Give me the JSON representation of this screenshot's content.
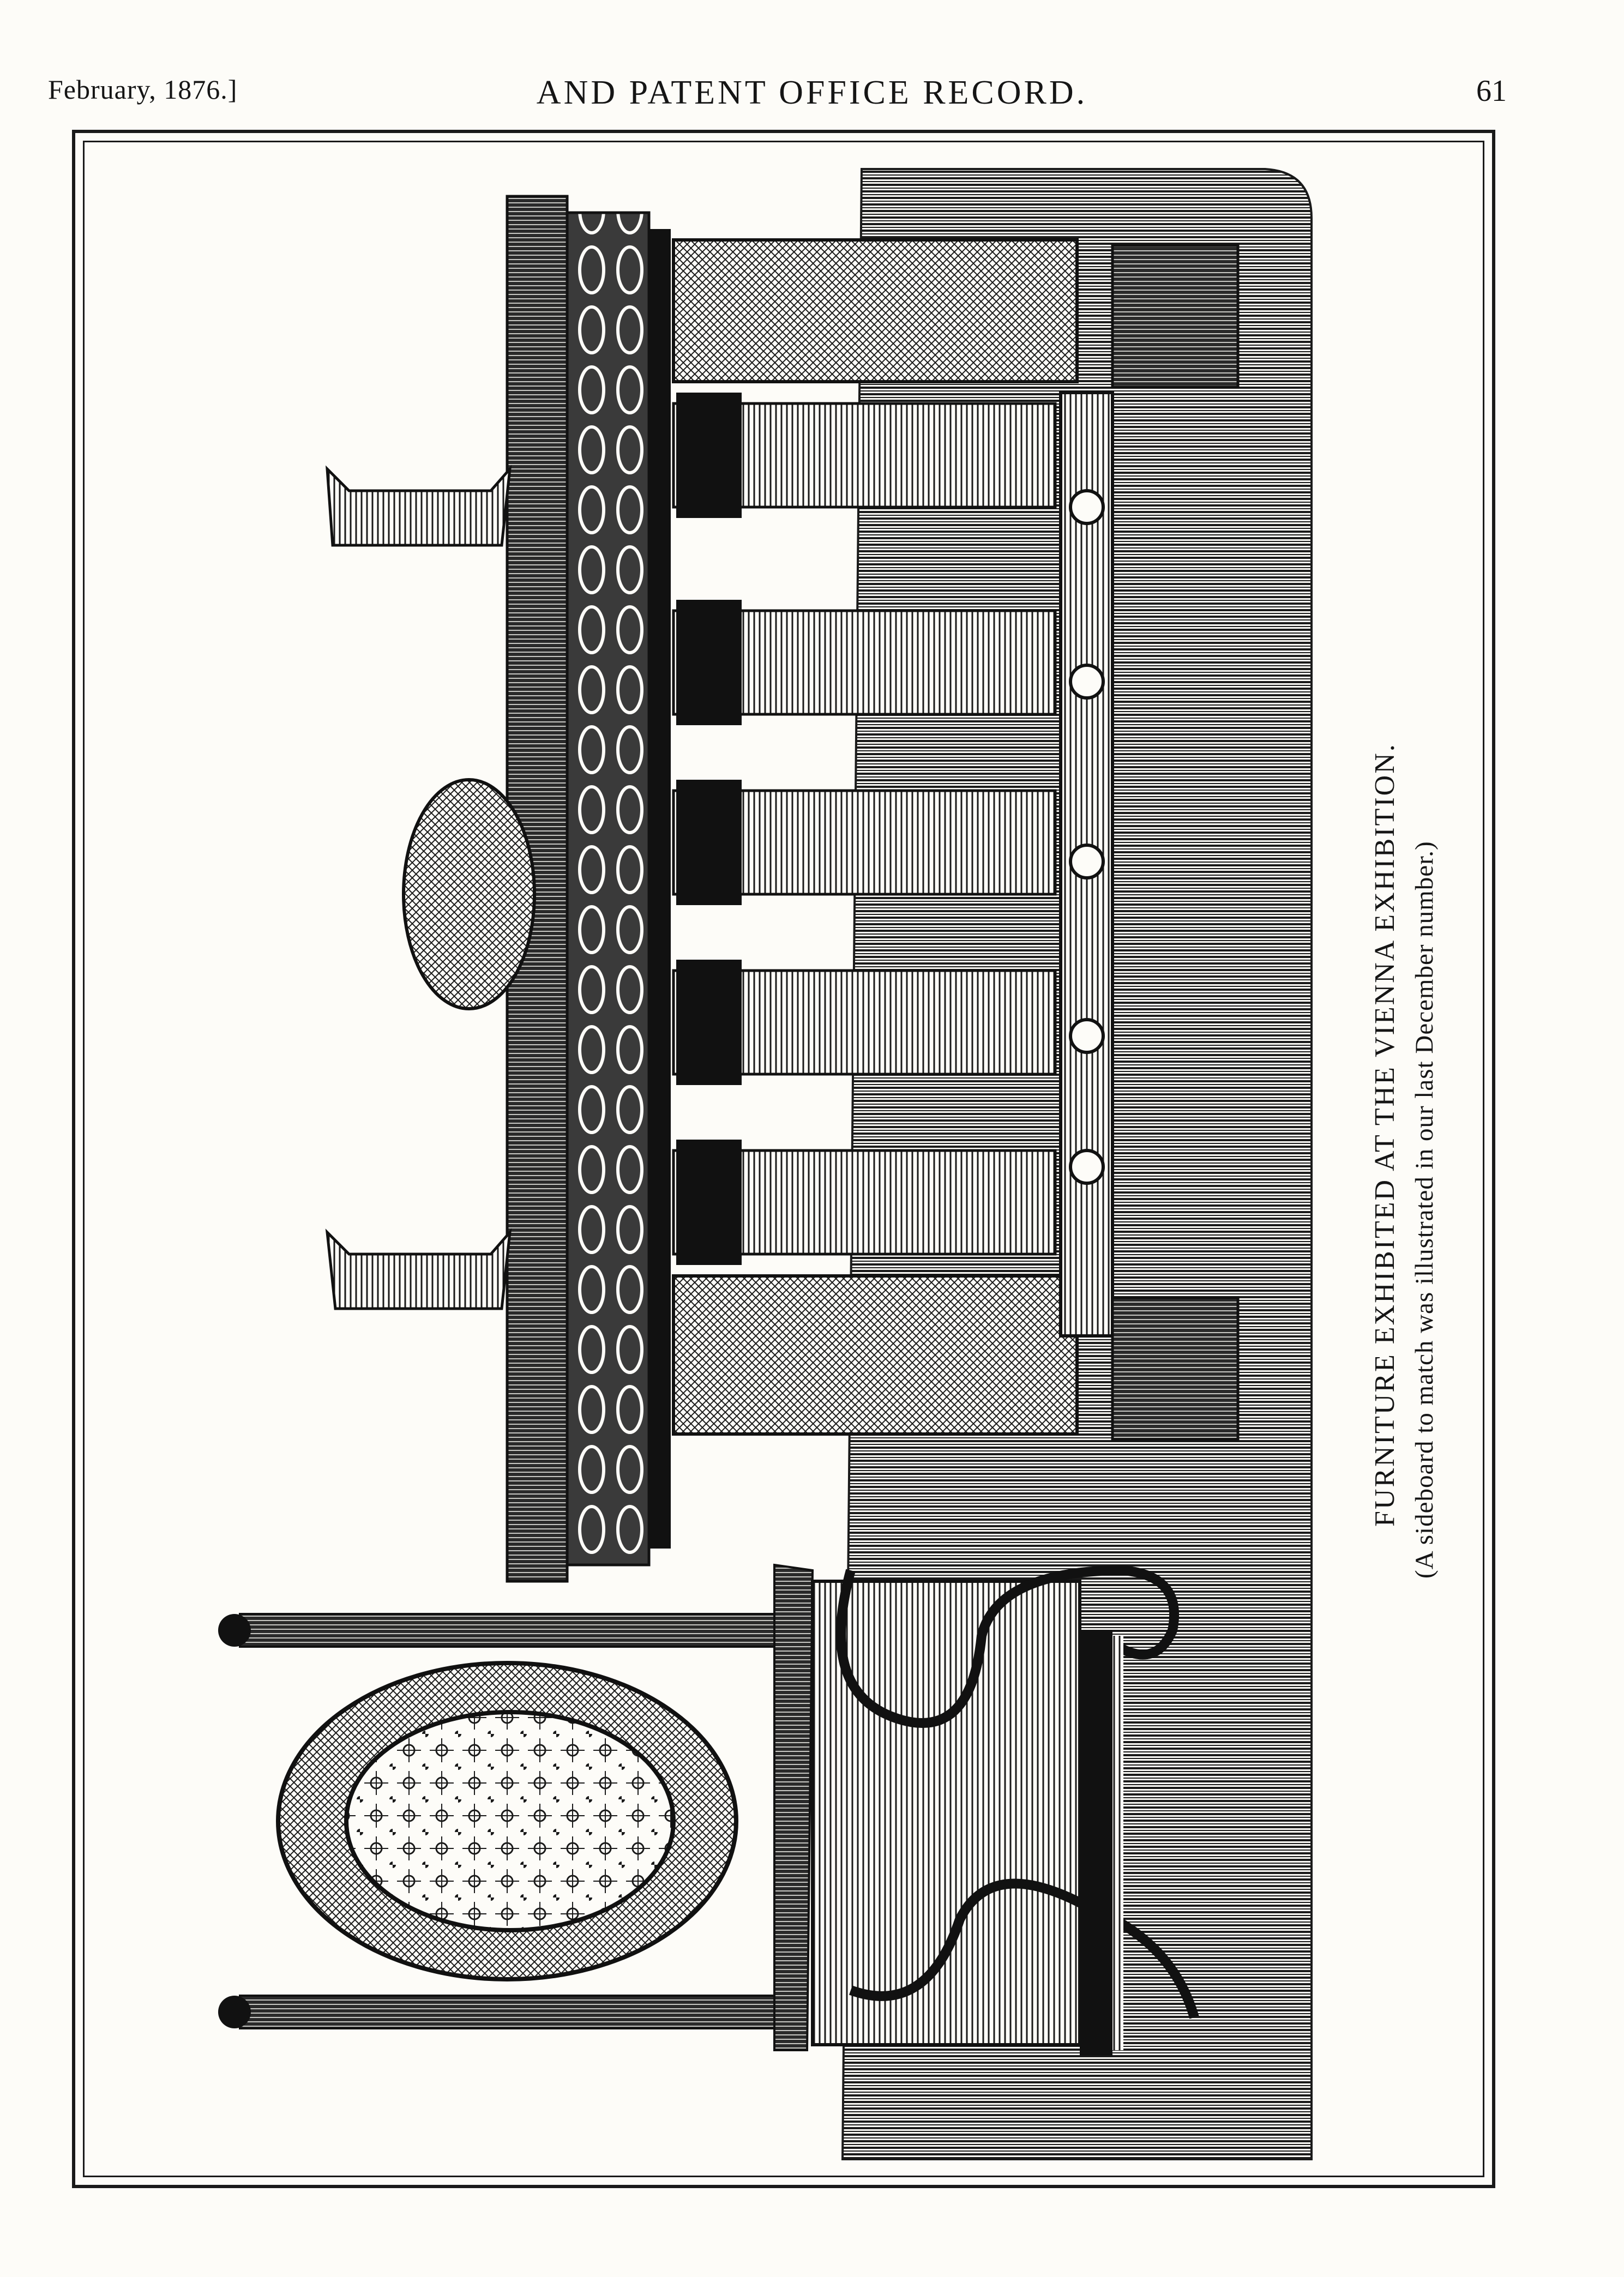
{
  "running_head": {
    "date": "February, 1876.]",
    "title": "AND PATENT OFFICE RECORD.",
    "page_number": "61"
  },
  "caption": {
    "title": "FURNITURE EXHIBITED AT THE VIENNA EXHIBITION.",
    "subtitle": "(A sideboard to match was illustrated in our last December number.)"
  },
  "illustration": {
    "items": [
      "sideboard",
      "high-back-chair"
    ],
    "icon": "engraving-illustration"
  }
}
